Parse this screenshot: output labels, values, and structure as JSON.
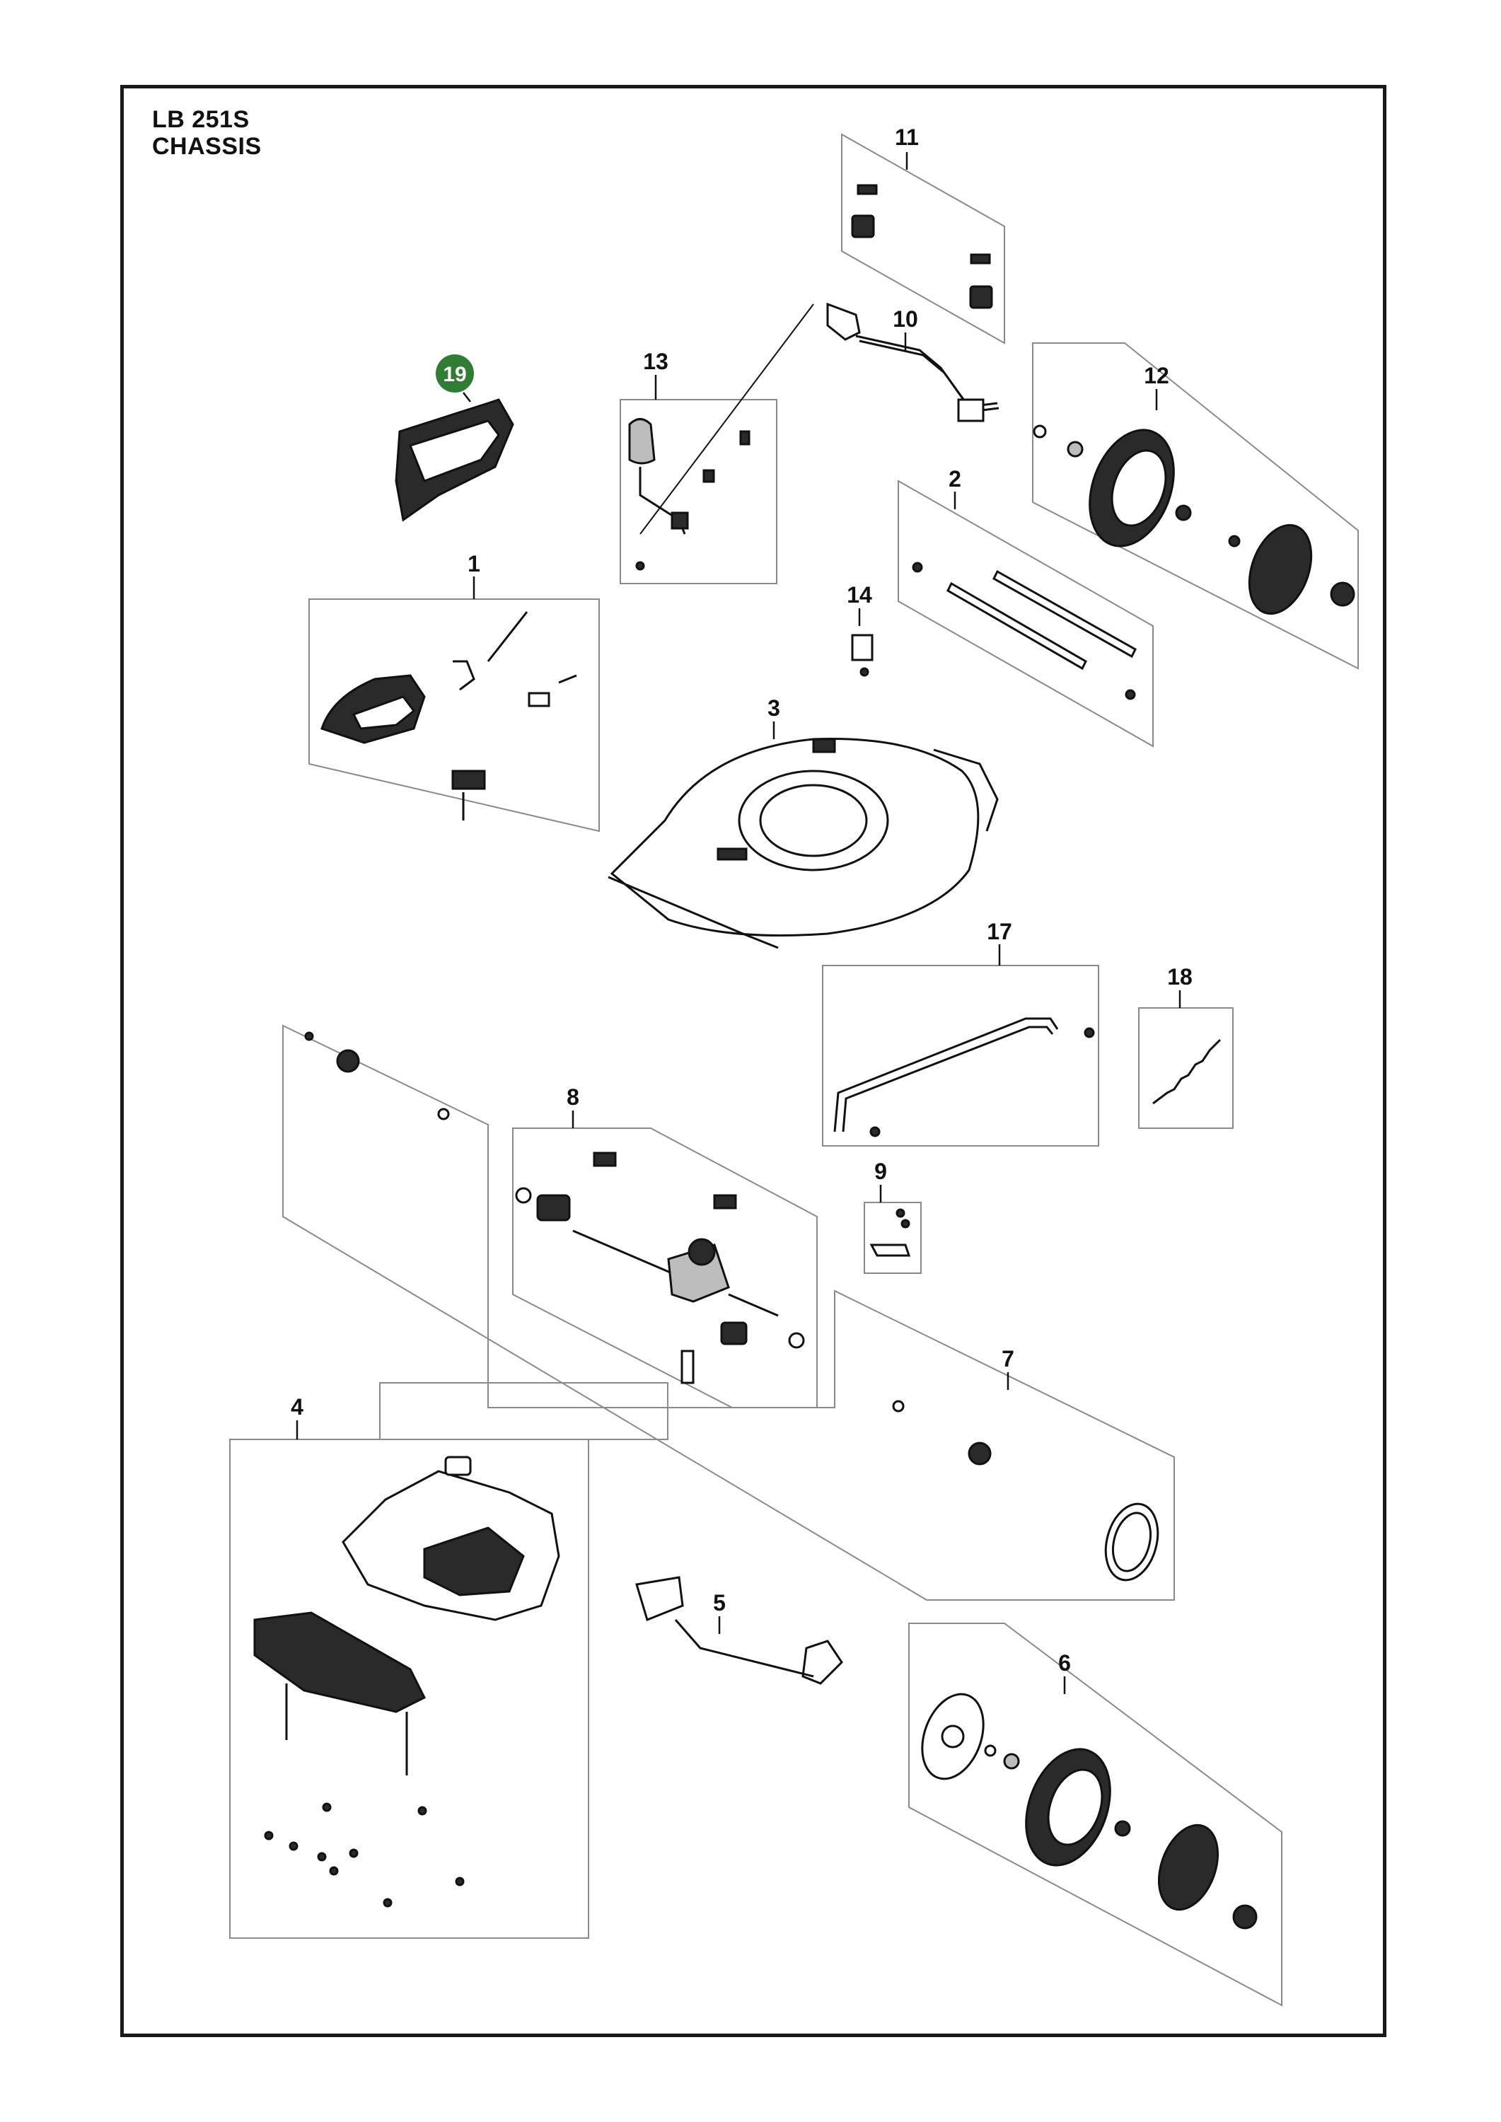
{
  "header": {
    "model": "LB 251S",
    "section": "CHASSIS"
  },
  "highlight": {
    "number": "19",
    "color": "#2e7d32"
  },
  "callouts": {
    "c1": "1",
    "c2": "2",
    "c3": "3",
    "c4": "4",
    "c5": "5",
    "c6": "6",
    "c7": "7",
    "c8": "8",
    "c9": "9",
    "c10": "10",
    "c11": "11",
    "c12": "12",
    "c13": "13",
    "c14": "14",
    "c17": "17",
    "c18": "18"
  }
}
